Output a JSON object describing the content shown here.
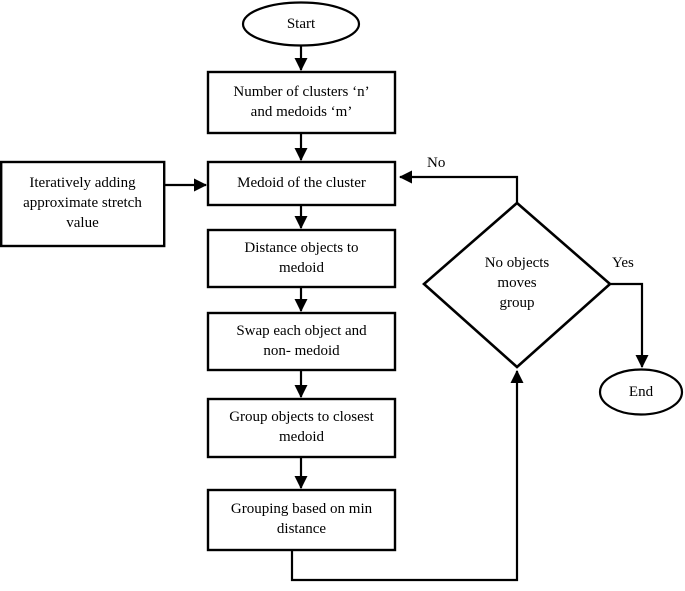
{
  "diagram": {
    "type": "flowchart",
    "title": "K-medoids clustering flowchart",
    "orientation": "top-to-bottom",
    "stroke_color": "#000000",
    "background_color": "#ffffff"
  },
  "nodes": {
    "start": {
      "label": "Start",
      "shape": "ellipse"
    },
    "clusters": {
      "label": "Number of clusters ‘n’\nand medoids ‘m’",
      "shape": "rectangle"
    },
    "stretch": {
      "label": "Iteratively adding\napproximate stretch\nvalue",
      "shape": "rectangle"
    },
    "medoid_cluster": {
      "label": "Medoid of the cluster",
      "shape": "rectangle"
    },
    "distance_objects": {
      "label": "Distance objects to\nmedoid",
      "shape": "rectangle"
    },
    "swap_object": {
      "label": "Swap each object and\nnon- medoid",
      "shape": "rectangle"
    },
    "group_objects": {
      "label": "Group objects to closest\nmedoid",
      "shape": "rectangle"
    },
    "grouping_min": {
      "label": "Grouping based on min\ndistance",
      "shape": "rectangle"
    },
    "decision": {
      "label": "No objects\nmoves\ngroup",
      "shape": "diamond"
    },
    "end": {
      "label": "End",
      "shape": "ellipse"
    }
  },
  "edges": {
    "decision_no": {
      "label": "No"
    },
    "decision_yes": {
      "label": "Yes"
    }
  }
}
